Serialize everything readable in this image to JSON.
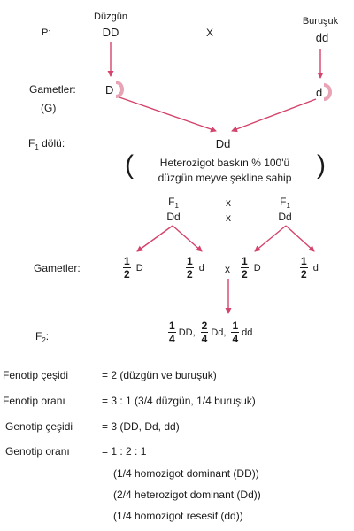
{
  "parents": {
    "label": "P:",
    "left_name": "Düzgün",
    "left_genotype": "DD",
    "cross": "X",
    "right_name": "Buruşuk",
    "right_genotype": "dd"
  },
  "gametes": {
    "label": "Gametler:",
    "sublabel": "(G)",
    "left": "D",
    "right": "d"
  },
  "f1": {
    "label_main": "F",
    "label_sub": "1",
    "label_rest": " dölü:",
    "genotype": "Dd",
    "note_line1": "Heterozigot baskın % 100'ü",
    "note_line2": "düzgün meyve şekline sahip"
  },
  "f1_cross": {
    "left_top_main": "F",
    "left_top_sub": "1",
    "left_bottom": "Dd",
    "x1": "x",
    "x2": "x",
    "right_top_main": "F",
    "right_top_sub": "1",
    "right_bottom": "Dd"
  },
  "f1_gametes": {
    "label": "Gametler:",
    "items": [
      {
        "num": "1",
        "den": "2",
        "allele": "D"
      },
      {
        "num": "1",
        "den": "2",
        "allele": "d"
      },
      {
        "num": "1",
        "den": "2",
        "allele": "D"
      },
      {
        "num": "1",
        "den": "2",
        "allele": "d"
      }
    ],
    "cross": "x"
  },
  "f2": {
    "label_main": "F",
    "label_sub": "2",
    "label_rest": ":",
    "items": [
      {
        "num": "1",
        "den": "4",
        "genotype": "DD,"
      },
      {
        "num": "2",
        "den": "4",
        "genotype": "Dd,"
      },
      {
        "num": "1",
        "den": "4",
        "genotype": "dd"
      }
    ]
  },
  "summary": [
    {
      "label": "Fenotip çeşidi",
      "value": "= 2 (düzgün ve buruşuk)"
    },
    {
      "label": "Fenotip oranı",
      "value": "= 3 : 1 (3/4 düzgün, 1/4 buruşuk)"
    },
    {
      "label": "Genotip çeşidi",
      "value": "= 3 (DD, Dd, dd)"
    },
    {
      "label": "Genotip oranı",
      "value": "= 1 : 2 : 1"
    }
  ],
  "ratio_details": [
    "(1/4 homozigot dominant (DD))",
    "(2/4 heterozigot dominant (Dd))",
    "(1/4 homozigot resesif (dd))"
  ],
  "colors": {
    "arrow": "#d4436b",
    "gamete_ring": "#e8a3b5",
    "text": "#1a1a1a"
  }
}
